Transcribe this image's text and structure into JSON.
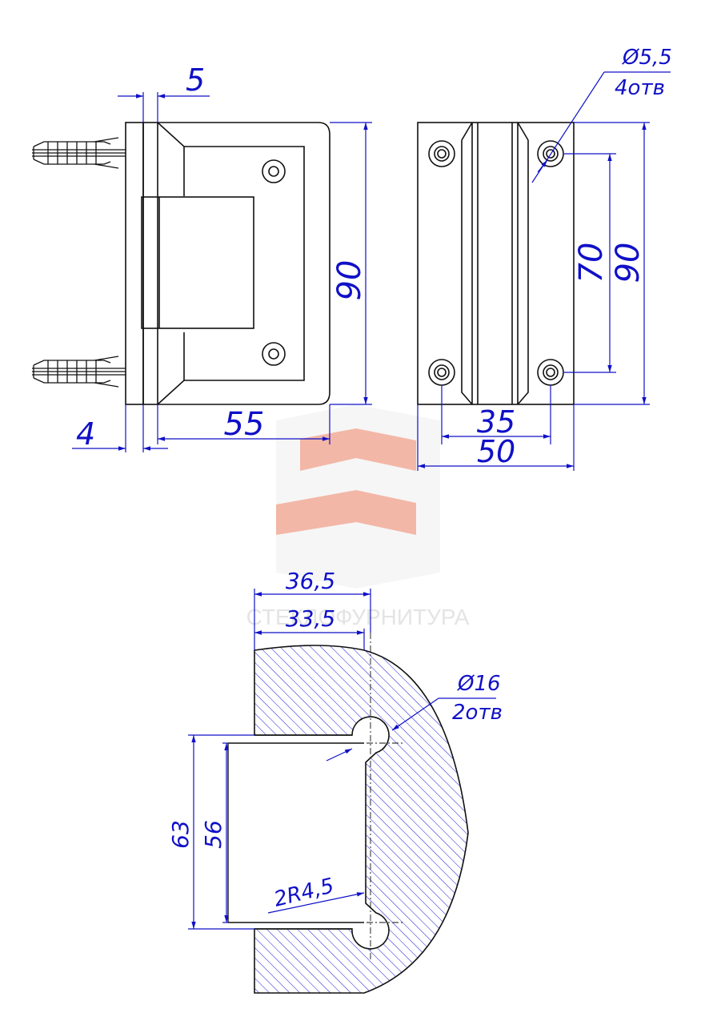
{
  "colors": {
    "outline": "#111111",
    "dimension": "#1010c8",
    "hatch": "#1a1ad8",
    "watermark_red": "#e8603c",
    "watermark_grey": "#e9e9e9"
  },
  "watermark": {
    "text": "СТЕКЛОФУРНИТУРА"
  },
  "side_view": {
    "top_width": "5",
    "plate_thickness": "4",
    "body_length": "55",
    "height": "90"
  },
  "front_view": {
    "hole_diameter": "Ø5,5",
    "hole_count": "4отв",
    "hole_spacing_vertical": "70",
    "height": "90",
    "hole_spacing_horizontal": "35",
    "width": "50"
  },
  "section_view": {
    "outer_width": "36,5",
    "inner_width": "33,5",
    "bore_diameter": "Ø16",
    "bore_count": "2отв",
    "outer_height": "63",
    "inner_height": "56",
    "radius": "2R4,5"
  }
}
